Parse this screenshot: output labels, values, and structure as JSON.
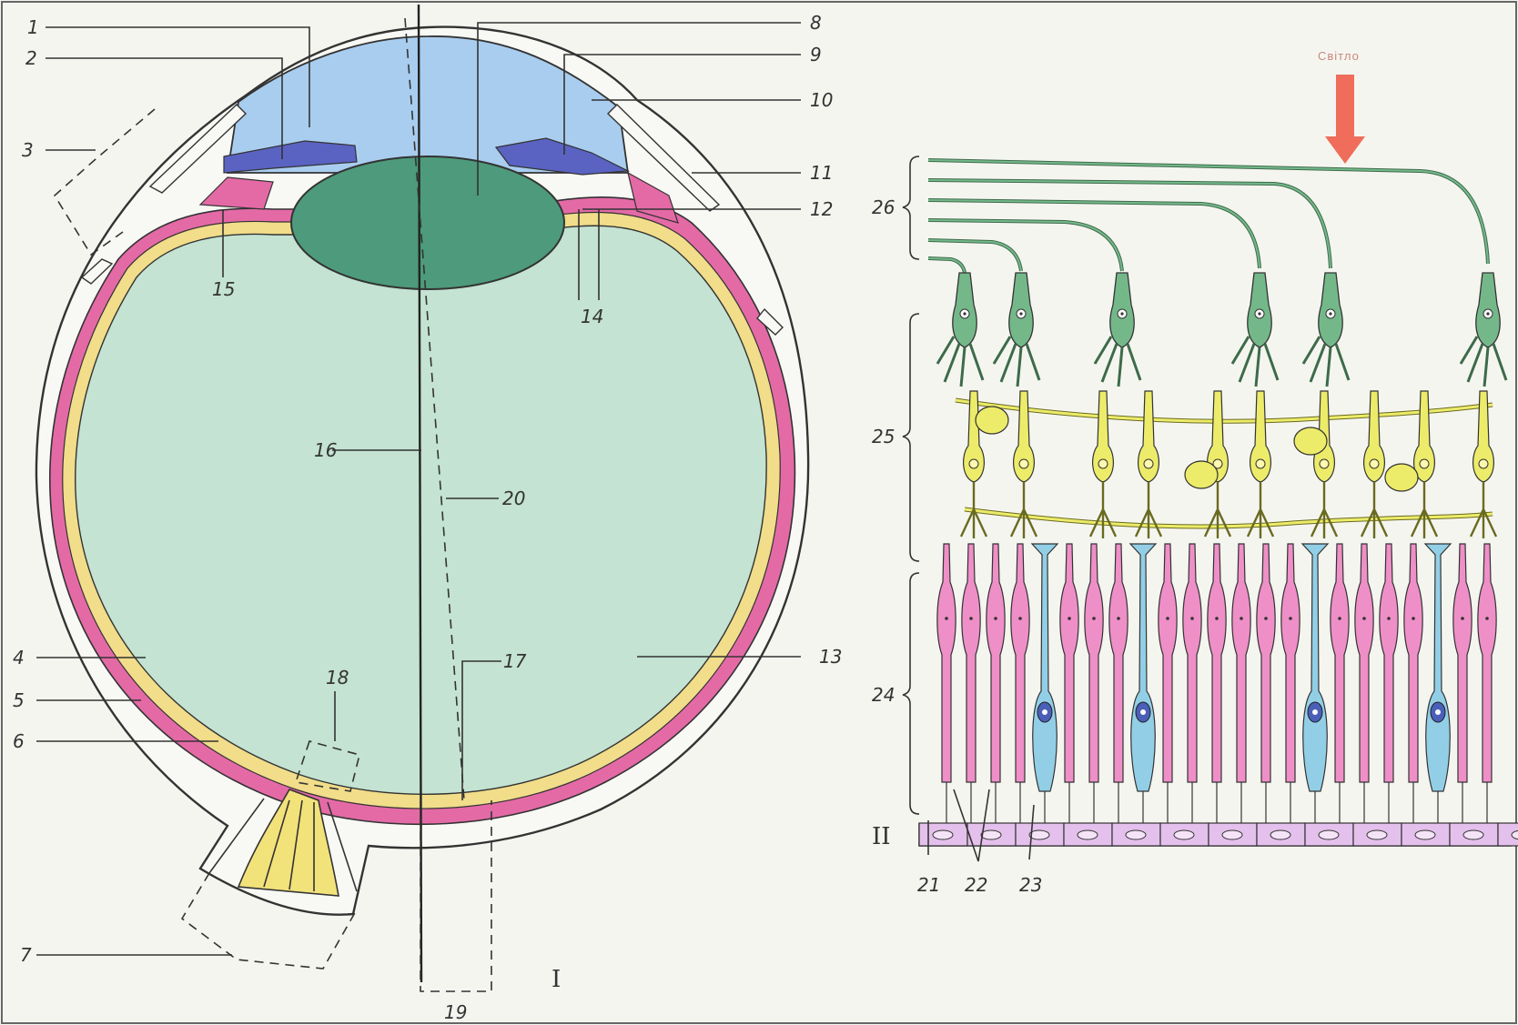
{
  "figure": {
    "part_numbers": {
      "eye": "I",
      "retina": "II"
    },
    "light_label": "Світло",
    "labels": [
      "1",
      "2",
      "3",
      "4",
      "5",
      "6",
      "7",
      "8",
      "9",
      "10",
      "11",
      "12",
      "13",
      "14",
      "15",
      "16",
      "17",
      "18",
      "19",
      "20",
      "21",
      "22",
      "23",
      "24",
      "25",
      "26"
    ],
    "colors": {
      "cornea": "#a9cdef",
      "iris": "#5a63c2",
      "lens": "#4d9a7c",
      "vitreous": "#c4e3d2",
      "choroid": "#e46aa6",
      "retina_layer": "#f1dd8a",
      "optic_nerve": "#f2e27a",
      "ganglion": "#74b88a",
      "bipolar": "#ecec6a",
      "rod": "#ef8fc7",
      "cone": "#92cfe6",
      "pigment": "#e4c0ec",
      "arrow": "#ef6d5a"
    }
  }
}
